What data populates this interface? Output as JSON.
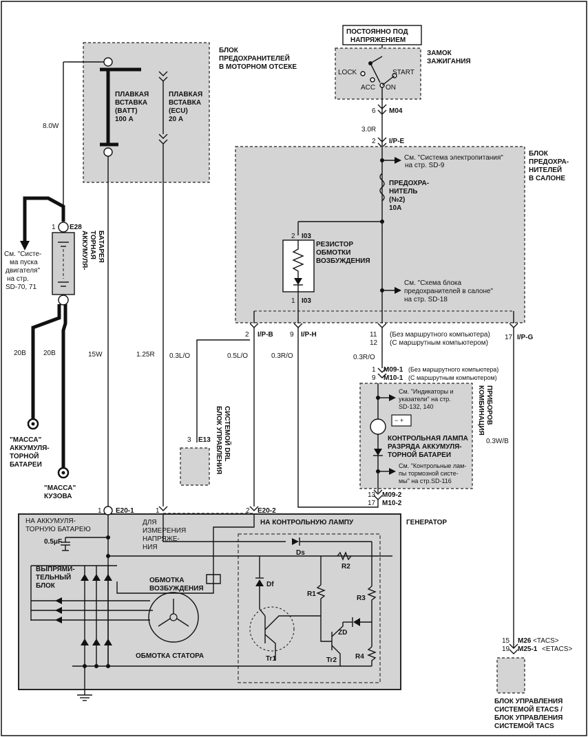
{
  "blocks": {
    "engine_fuse_box": [
      "БЛОК",
      "ПРЕДОХРАНИТЕЛЕЙ",
      "В МОТОРНОМ ОТСЕКЕ"
    ],
    "constant_power": [
      "ПОСТОЯННО ПОД",
      "НАПРЯЖЕНИЕМ"
    ],
    "ignition_lock": [
      "ЗАМОК",
      "ЗАЖИГАНИЯ"
    ],
    "ignition_positions": {
      "lock": "LOCK",
      "acc": "ACC",
      "on": "ON",
      "start": "START"
    },
    "interior_fuse_box": [
      "БЛОК",
      "ПРЕДОХРА-",
      "НИТЕЛЕЙ",
      "В САЛОНЕ"
    ],
    "instrument_cluster": [
      "КОМБИНАЦИЯ",
      "ПРИБОРОВ"
    ],
    "generator": "ГЕНЕРАТОР",
    "drl_unit": [
      "БЛОК УПРАВЛЕНИЯ",
      "СИСТЕМОЙ DRL"
    ],
    "etacs_unit": [
      "БЛОК УПРАВЛЕНИЯ",
      "СИСТЕМОЙ ETACS /",
      "БЛОК УПРАВЛЕНИЯ",
      "СИСТЕМОЙ TACS"
    ],
    "battery": [
      "АККУМУЛЯ-",
      "ТОРНАЯ",
      "БАТАРЕЯ"
    ],
    "battery_ground": [
      "\"МАССА\"",
      "АККУМУЛЯ-",
      "ТОРНОЙ",
      "БАТАРЕИ"
    ],
    "body_ground": [
      "\"МАССА\"",
      "КУЗОВА"
    ],
    "starter_ref": [
      "См. \"Систе-",
      "ма пуска",
      "двигателя\"",
      "на стр.",
      "SD-70, 71"
    ]
  },
  "fuses": {
    "batt": [
      "ПЛАВКАЯ",
      "ВСТАВКА",
      "(BATT)",
      "100 А"
    ],
    "ecu": [
      "ПЛАВКАЯ",
      "ВСТАВКА",
      "(ECU)",
      "20 А"
    ],
    "fuse2": [
      "ПРЕДОХРА-",
      "НИТЕЛЬ",
      "(№2)",
      "10A"
    ]
  },
  "resistor": [
    "РЕЗИСТОР",
    "ОБМОТКИ",
    "ВОЗБУЖДЕНИЯ"
  ],
  "refs": {
    "power_system": [
      "См. \"Система электропитания\"",
      "на стр. SD-9"
    ],
    "fuse_box_scheme": [
      "См. \"Схема блока",
      "предохранителей в салоне\"",
      "на стр. SD-18"
    ],
    "indicators": [
      "См. \"Индикаторы и",
      "указатели\" на стр.",
      "SD-132, 140"
    ],
    "brake_lamps": [
      "См. \"Контрольные лам-",
      "пы тормозной систе-",
      "мы\" на стр.SD-116"
    ]
  },
  "charge_lamp": [
    "КОНТРОЛЬНАЯ ЛАМПА",
    "РАЗРЯДА АККУМУЛЯ-",
    "ТОРНОЙ БАТАРЕИ"
  ],
  "connectors": {
    "m04": "M04",
    "m04_pin": "6",
    "ipe": "I/P-E",
    "ipe_pin": "2",
    "i03_top": "I03",
    "i03_top_pin": "2",
    "i03_bot": "I03",
    "i03_bot_pin": "1",
    "ipb": "I/P-B",
    "ipb_pin": "2",
    "iph": "I/P-H",
    "iph_pin": "9",
    "ipg": "I/P-G",
    "ipg_pin": "17",
    "ip11_pin": "11",
    "ip11_note": "(Без маршрутного компьютера)",
    "ip12_pin": "12",
    "ip12_note": "(С маршрутным компьютером)",
    "m091": "M09-1",
    "m091_pin": "1",
    "m091_note": "(Без маршрутного компьютера)",
    "m101": "M10-1",
    "m101_pin": "9",
    "m101_note": "(С маршрутным компьютером)",
    "m092": "M09-2",
    "m092_pin": "13",
    "m102": "M10-2",
    "m102_pin": "17",
    "e13": "E13",
    "e13_pin": "3",
    "e28": "E28",
    "e28_pin": "1",
    "e201": "E20-1",
    "e201_pin": "1",
    "e202": "E20-2",
    "e202_pin": "2",
    "gen_pin1": "1",
    "m26": "M26",
    "m26_pin": "15",
    "m26_note": "<TACS>",
    "m251": "M25-1",
    "m251_pin": "19",
    "m251_note": "<ETACS>"
  },
  "wires": {
    "w8": "8.0W",
    "w30": "3.0R",
    "w20a": "20B",
    "w20b": "20B",
    "w15": "15W",
    "w125": "1.25R",
    "w03lo": "0.3L/O",
    "w05lo": "0.5L/O",
    "w03ro": "0.3R/O",
    "w03ro2": "0.3R/O",
    "w03wb": "0.3W/B"
  },
  "generator_parts": {
    "to_battery": [
      "НА АККУМУЛЯ-",
      "ТОРНУЮ БАТАРЕЮ"
    ],
    "cap": "0.5μF",
    "sense": [
      "ДЛЯ",
      "ИЗМЕРЕНИЯ",
      "НАПРЯЖЕ-",
      "НИЯ"
    ],
    "to_lamp": "НА КОНТРОЛЬНУЮ ЛАМПУ",
    "rectifier": [
      "ВЫПРЯМИ-",
      "ТЕЛЬНЫЙ",
      "БЛОК"
    ],
    "field": [
      "ОБМОТКА",
      "ВОЗБУЖДЕНИЯ"
    ],
    "stator": "ОБМОТКА СТАТОРА",
    "ds": "Ds",
    "df": "Df",
    "r1": "R1",
    "r2": "R2",
    "r3": "R3",
    "r4": "R4",
    "zd": "ZD",
    "tr1": "Tr1",
    "tr2": "Tr2"
  }
}
